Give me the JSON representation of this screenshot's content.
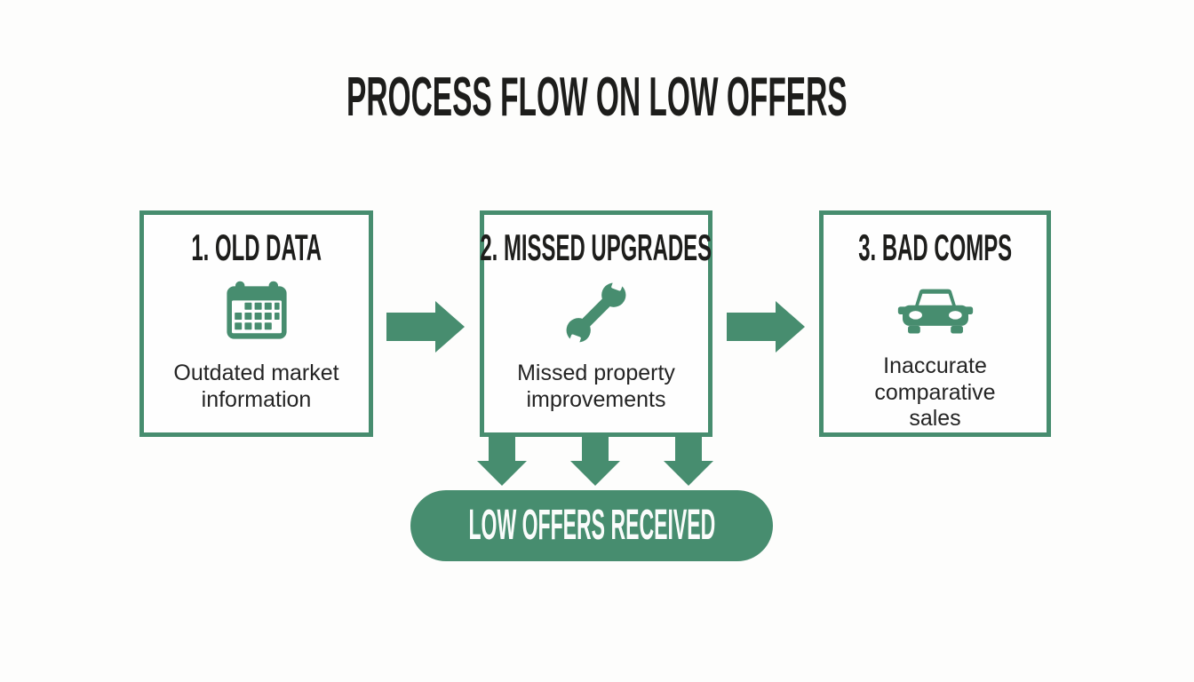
{
  "title": "PROCESS FLOW ON LOW OFFERS",
  "steps": [
    {
      "title": "1. OLD DATA",
      "icon": "calendar-icon",
      "description": "Outdated market information"
    },
    {
      "title": "2. MISSED UPGRADES",
      "icon": "wrench-icon",
      "description": "Missed property improvements"
    },
    {
      "title": "3. BAD COMPS",
      "icon": "car-icon",
      "description": "Inaccurate comparative sales"
    }
  ],
  "result": {
    "label": "LOW OFFERS RECEIVED"
  },
  "colors": {
    "accent": "#478d6f",
    "title_text": "#1d1d1b",
    "body_text": "#242424",
    "background": "#fdfdfc",
    "result_text": "#fafcfb"
  }
}
